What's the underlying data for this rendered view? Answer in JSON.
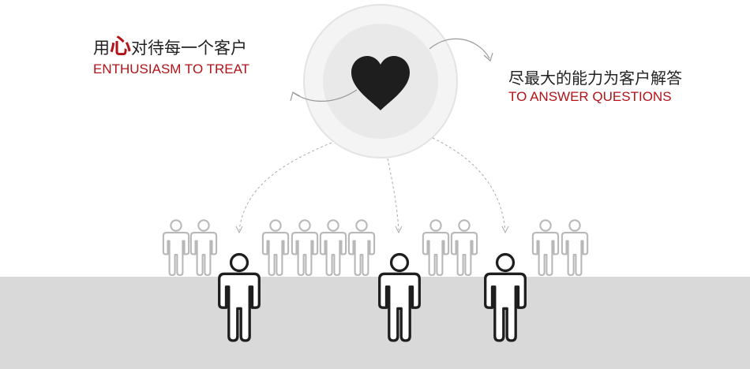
{
  "left_message": {
    "cn_before": "用",
    "cn_highlight": "心",
    "cn_after": "对待每一个客户",
    "en": "ENTHUSIASM TO TREAT"
  },
  "right_message": {
    "cn": "尽最大的能力为客户解答",
    "en": "TO ANSWER QUESTIONS"
  },
  "icons": {
    "center": "heart-icon",
    "people": "person-icon"
  },
  "colors": {
    "accent_red": "#b31217",
    "heart": "#1e1e1e",
    "floor": "#d9d9d9"
  }
}
